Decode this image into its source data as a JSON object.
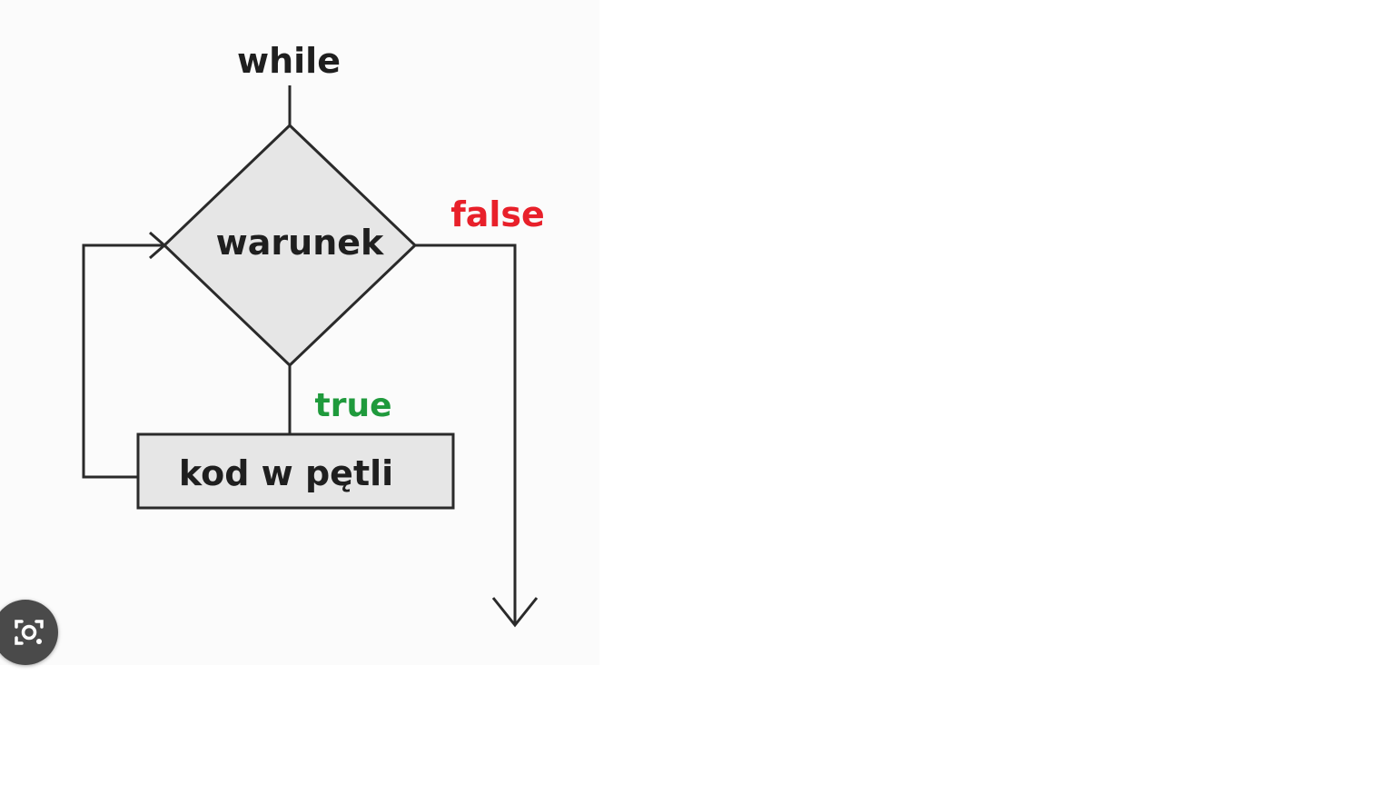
{
  "diagram": {
    "start_label": "while",
    "condition_label": "warunek",
    "false_label": "false",
    "true_label": "true",
    "body_label": "kod w pętli"
  },
  "colors": {
    "line": "#2a2a2a",
    "shape_fill": "#e6e6e6",
    "text": "#1f1f1f",
    "false": "#e8202a",
    "true": "#1f9a3c"
  },
  "lens_button": {
    "icon": "lens-search-icon"
  }
}
